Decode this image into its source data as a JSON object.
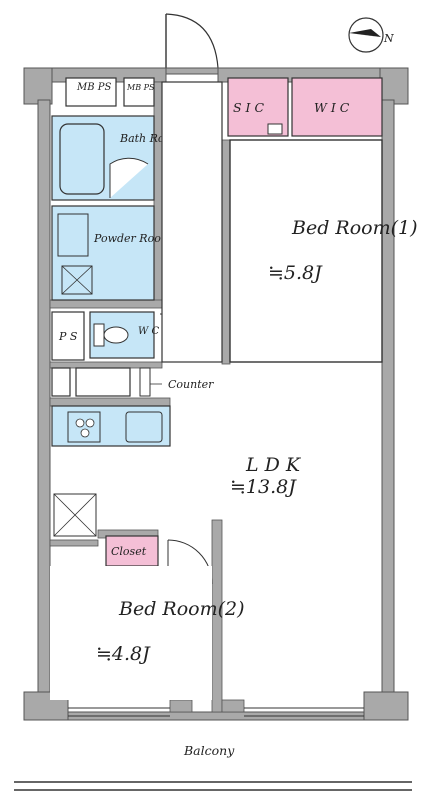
{
  "rooms": {
    "mb_ps": "MB PS",
    "mb_ps2": "MB PS",
    "sic": "S I C",
    "wic": "W I C",
    "bath": "Bath Room",
    "powder": "Powder Room",
    "ps": "P S",
    "wc": "W C",
    "bed1": "Bed Room(1)",
    "bed1_size": "≒5.8J",
    "counter": "Counter",
    "ldk": "L D K",
    "ldk_size": "≒13.8J",
    "closet": "Closet",
    "bed2": "Bed Room(2)",
    "bed2_size": "≒4.8J",
    "balcony": "Balcony",
    "north": "N"
  },
  "colors": {
    "wall": "#a9a9a9",
    "wall_stroke": "#555555",
    "wet_area": "#c6e6f7",
    "storage": "#f4bfd6",
    "line": "#333333"
  }
}
